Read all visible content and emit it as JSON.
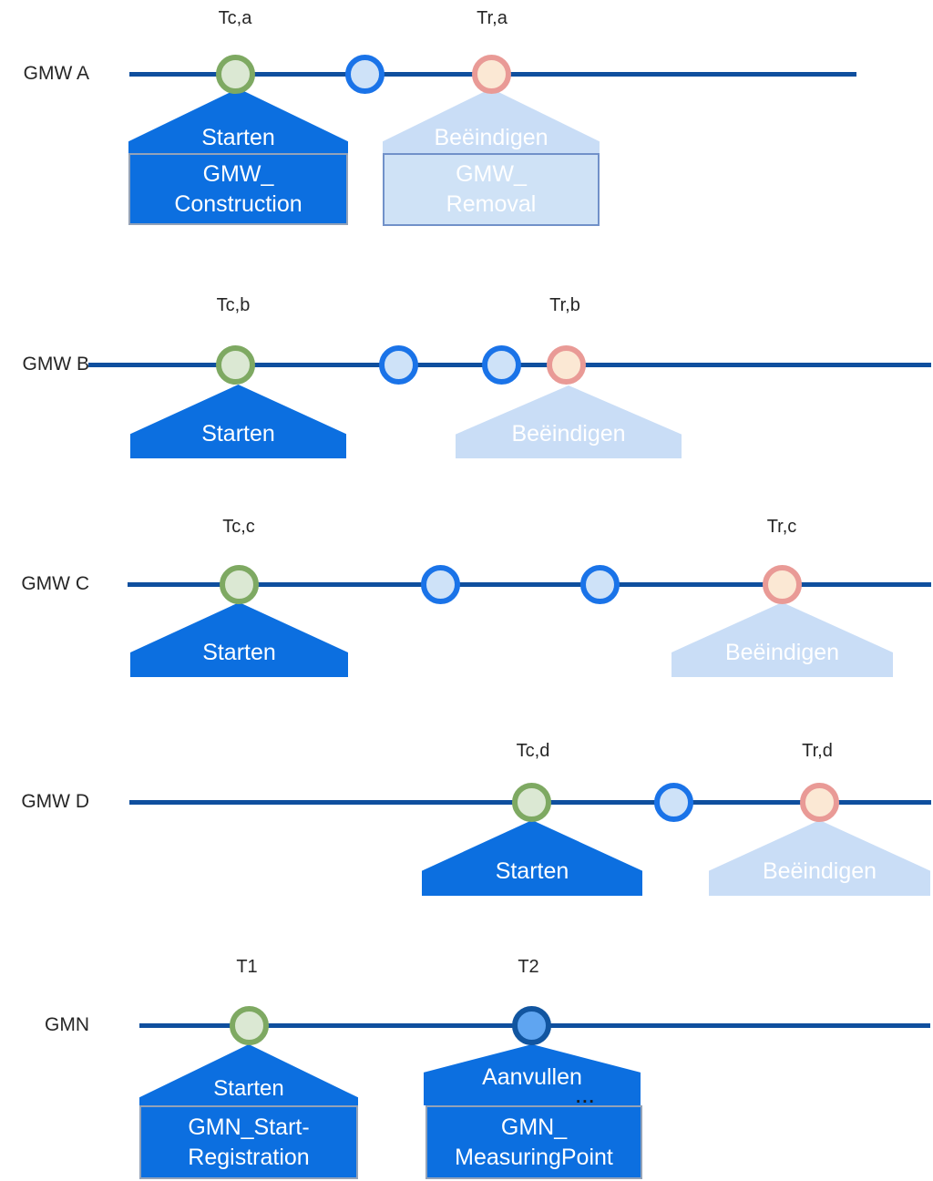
{
  "rows": [
    {
      "label": "GMW A",
      "time_start": "Tc,a",
      "time_end": "Tr,a",
      "start": {
        "title": "Starten",
        "line1": "GMW_",
        "line2": "Construction"
      },
      "end": {
        "title": "Beëindigen",
        "line1": "GMW_",
        "line2": "Removal"
      }
    },
    {
      "label": "GMW B",
      "time_start": "Tc,b",
      "time_end": "Tr,b",
      "start": {
        "title": "Starten"
      },
      "end": {
        "title": "Beëindigen"
      }
    },
    {
      "label": "GMW C",
      "time_start": "Tc,c",
      "time_end": "Tr,c",
      "start": {
        "title": "Starten"
      },
      "end": {
        "title": "Beëindigen"
      }
    },
    {
      "label": "GMW D",
      "time_start": "Tc,d",
      "time_end": "Tr,d",
      "start": {
        "title": "Starten"
      },
      "end": {
        "title": "Beëindigen"
      }
    },
    {
      "label": "GMN",
      "time_start": "T1",
      "time_end": "T2",
      "start": {
        "title": "Starten",
        "line1": "GMN_Start-",
        "line2": "Registration"
      },
      "end": {
        "title": "Aanvullen",
        "ellipsis": "...",
        "line1": "GMN_",
        "line2": "MeasuringPoint"
      }
    }
  ],
  "colors": {
    "timeline": "#0F4F9E",
    "callout_dark_blue": "#0C6FE0",
    "callout_light_blue_house": "#C9DDF6",
    "callout_light_blue_box": "#CFE2F6",
    "marker_green_border": "#7EA962",
    "marker_green_fill": "#DBE8D3",
    "marker_blue_border": "#1A73E8",
    "marker_blue_fill": "#CEE2F8",
    "marker_pink_border": "#E99A96",
    "marker_pink_fill": "#FBE8D4",
    "marker_navy_border": "#1155A0",
    "marker_navy_fill": "#5FA5F1",
    "text_dark": "#262626",
    "box_border_gray": "#93A2B8",
    "box_border_blue": "#7191C9"
  }
}
